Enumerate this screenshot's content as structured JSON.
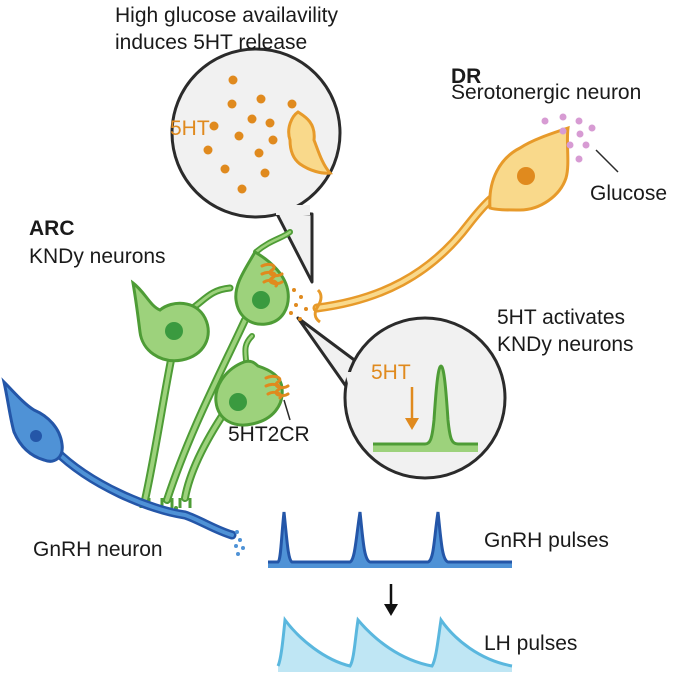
{
  "callout_top": {
    "line1": "High glucose availavility",
    "line2": "induces 5HT release",
    "inset_label": "5HT"
  },
  "dr": {
    "title": "DR",
    "subtitle": "Serotonergic neuron",
    "glucose_label": "Glucose"
  },
  "arc": {
    "title": "ARC",
    "subtitle": "KNDy neurons",
    "receptor_label": "5HT2CR"
  },
  "callout_right": {
    "line1": "5HT activates",
    "line2": "KNDy neurons",
    "inset_label": "5HT"
  },
  "gnrh": {
    "neuron_label": "GnRH neuron",
    "pulses_label": "GnRH pulses"
  },
  "lh": {
    "pulses_label": "LH pulses"
  },
  "colors": {
    "serotonergic_fill": "#f9d98b",
    "serotonergic_stroke": "#e79a2a",
    "serotonin": "#e08a1e",
    "glucose": "#d79bd3",
    "kndy_fill": "#9dd27c",
    "kndy_stroke": "#4e9c36",
    "kndy_nucleus": "#3a9a3f",
    "gnrh_fill": "#4f92d6",
    "gnrh_stroke": "#2456a8",
    "lh_fill": "#bfe6f4",
    "lh_stroke": "#5ab7de"
  }
}
